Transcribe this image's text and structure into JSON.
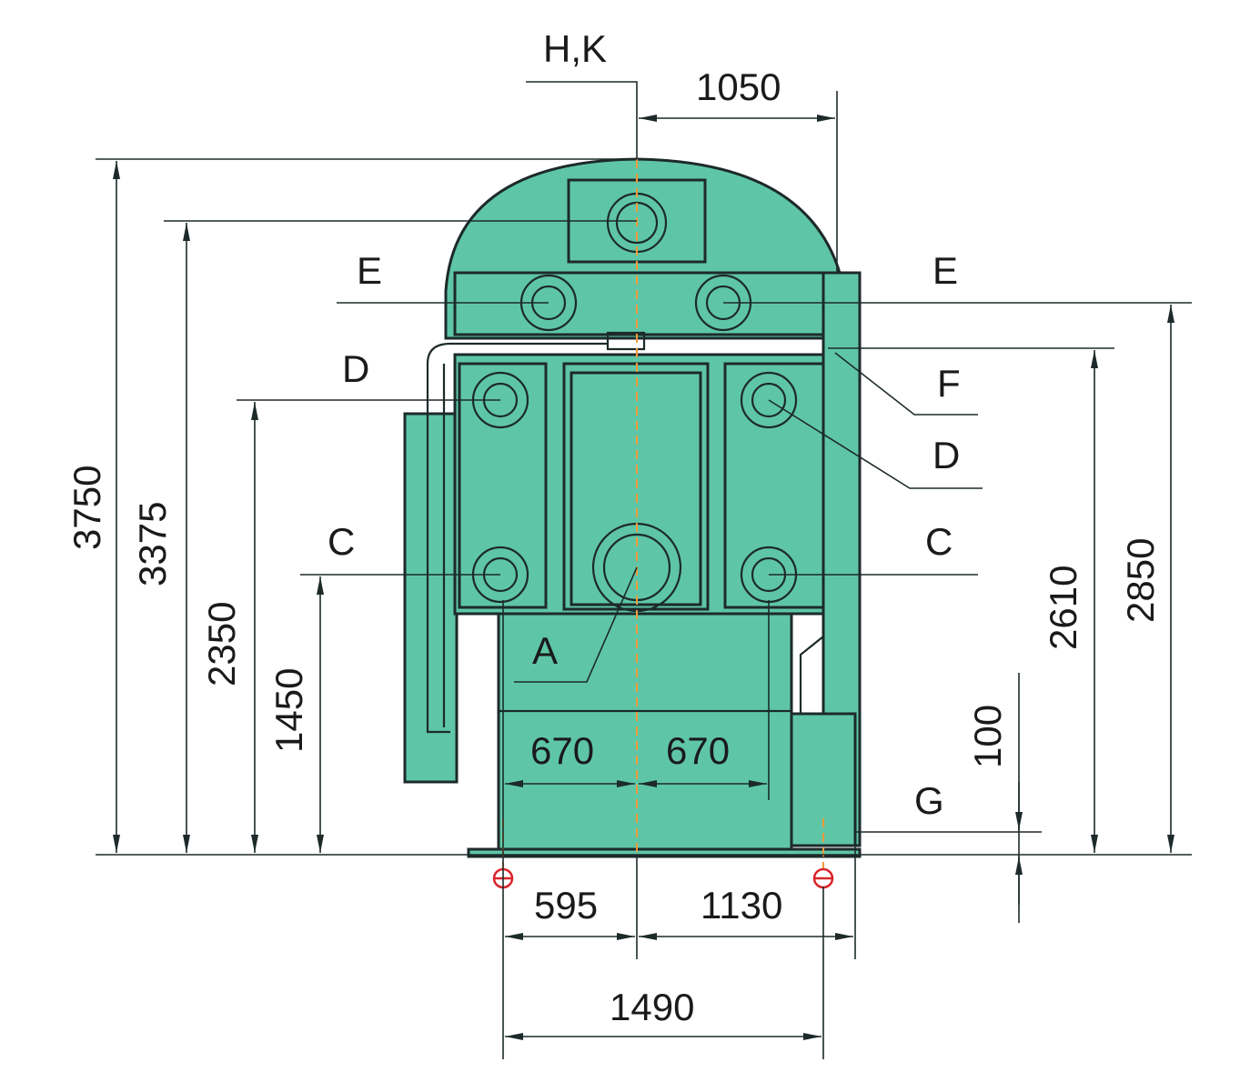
{
  "colors": {
    "body": "#5ec6a6",
    "outline": "#1d2a2a",
    "axis": "#f39a3a",
    "anchor": "#d9242a"
  },
  "labels": {
    "hk": "H,K",
    "e_left": "E",
    "e_right": "E",
    "d_left": "D",
    "d_right": "D",
    "f": "F",
    "c_left": "C",
    "c_right": "C",
    "a": "A",
    "g": "G"
  },
  "dimensions": {
    "overall_height": "3750",
    "dome_nozzle_height": "3375",
    "d_height": "2350",
    "c_height": "1450",
    "f_height": "2610",
    "e_height": "2850",
    "g_height": "100",
    "top_offset": "1050",
    "c_left_offset": "670",
    "c_right_offset": "670",
    "left_anchor_offset": "595",
    "right_offset": "1130",
    "anchor_spacing": "1490"
  }
}
